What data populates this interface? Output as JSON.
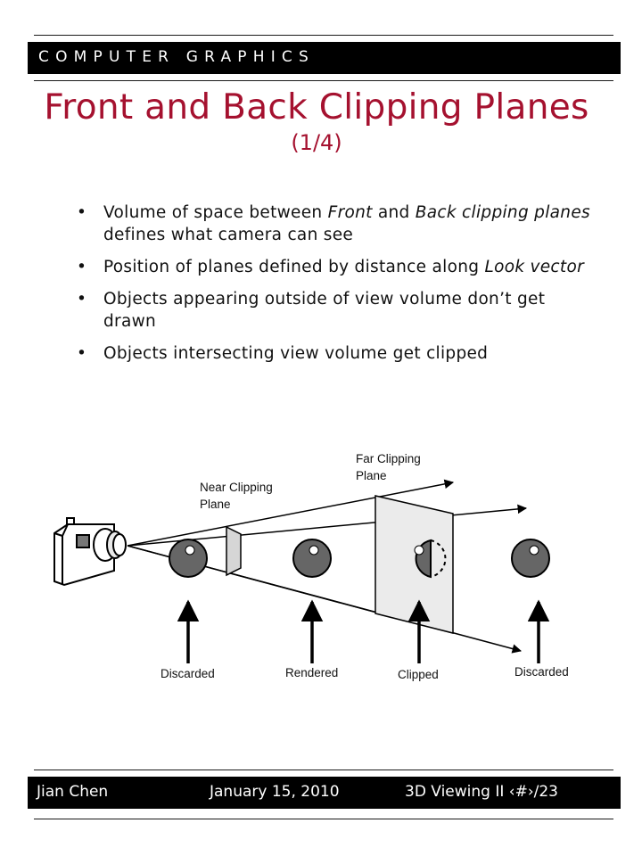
{
  "header": {
    "label": "COMPUTER GRAPHICS"
  },
  "slide": {
    "title": "Front and Back Clipping Planes",
    "subtitle": "(1/4)",
    "bullets": [
      {
        "parts": [
          "Volume of space between ",
          "Front",
          " and ",
          "Back clipping planes",
          " defines what camera can see"
        ]
      },
      {
        "parts": [
          "Position of planes defined by distance along ",
          "Look vector",
          "",
          "",
          ""
        ]
      },
      {
        "parts": [
          "Objects appearing outside of view volume don’t get drawn",
          "",
          "",
          "",
          ""
        ]
      },
      {
        "parts": [
          "Objects intersecting view volume get clipped",
          "",
          "",
          "",
          ""
        ]
      }
    ]
  },
  "diagram": {
    "far_label_1": "Far Clipping",
    "far_label_2": "Plane",
    "near_label_1": "Near Clipping",
    "near_label_2": "Plane",
    "captions": [
      "Discarded",
      "Rendered",
      "Clipped",
      "Discarded"
    ]
  },
  "footer": {
    "author": "Jian Chen",
    "date": "January 15, 2010",
    "topic": "3D Viewing II ‹#›/23"
  },
  "colors": {
    "title": "#a5112f",
    "bar": "#000000",
    "sphere": "#666666"
  }
}
